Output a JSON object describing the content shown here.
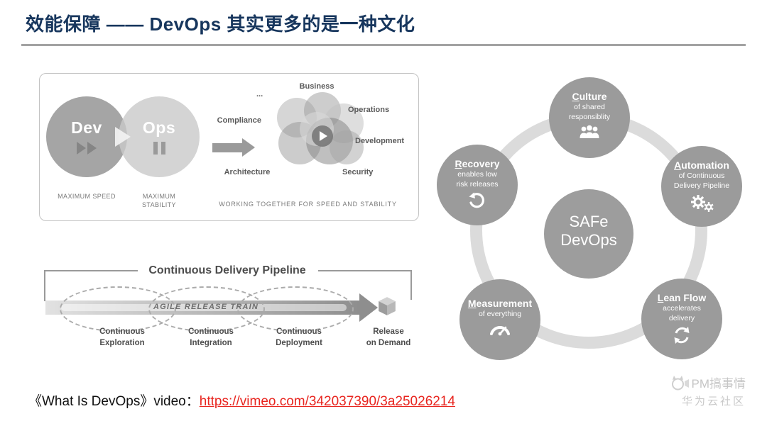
{
  "colors": {
    "title": "#17365D",
    "divider": "#A3A3A3",
    "link": "#E8251F",
    "node_gray": "#9B9B9B",
    "ring_gray": "#DBDBDB"
  },
  "slide": {
    "title": "效能保障 —— DevOps 其实更多的是一种文化"
  },
  "venn": {
    "dev_label": "Dev",
    "ops_label": "Ops",
    "dev_caption": "MAXIMUM SPEED",
    "ops_caption": "MAXIMUM STABILITY",
    "labels": {
      "business": "Business",
      "ellipsis": "...",
      "compliance": "Compliance",
      "operations": "Operations",
      "development": "Development",
      "security": "Security",
      "architecture": "Architecture"
    },
    "caption": "WORKING TOGETHER FOR SPEED AND STABILITY"
  },
  "pipeline": {
    "title": "Continuous Delivery Pipeline",
    "train_label": "AGILE RELEASE TRAIN",
    "stages": [
      {
        "line1": "Continuous",
        "line2": "Exploration"
      },
      {
        "line1": "Continuous",
        "line2": "Integration"
      },
      {
        "line1": "Continuous",
        "line2": "Deployment"
      },
      {
        "line1": "Release",
        "line2": "on Demand"
      }
    ]
  },
  "safe": {
    "center_line1": "SAFe",
    "center_line2": "DevOps",
    "nodes": [
      {
        "name": "culture",
        "initial": "C",
        "rest": "ulture",
        "line1": "of shared",
        "line2": "responsiblity",
        "icon": "people-icon"
      },
      {
        "name": "automation",
        "initial": "A",
        "rest": "utomation",
        "line1": "of Continuous",
        "line2": "Delivery Pipeline",
        "icon": "gears-icon"
      },
      {
        "name": "lean-flow",
        "initial": "L",
        "rest": "ean Flow",
        "line1": "accelerates",
        "line2": "delivery",
        "icon": "cycle-icon"
      },
      {
        "name": "measurement",
        "initial": "M",
        "rest": "easurement",
        "line1": "of everything",
        "icon": "gauge-icon"
      },
      {
        "name": "recovery",
        "initial": "R",
        "rest": "ecovery",
        "line1": "enables low",
        "line2": "risk releases",
        "icon": "undo-arrow-icon"
      }
    ]
  },
  "footer": {
    "label": "《What Is DevOps》video：",
    "link_text": "https://vimeo.com/342037390/3a25026214",
    "link_href": "https://vimeo.com/342037390/3a25026214"
  },
  "watermark": {
    "line1": "PM搞事情",
    "line2": "华为云社区"
  }
}
